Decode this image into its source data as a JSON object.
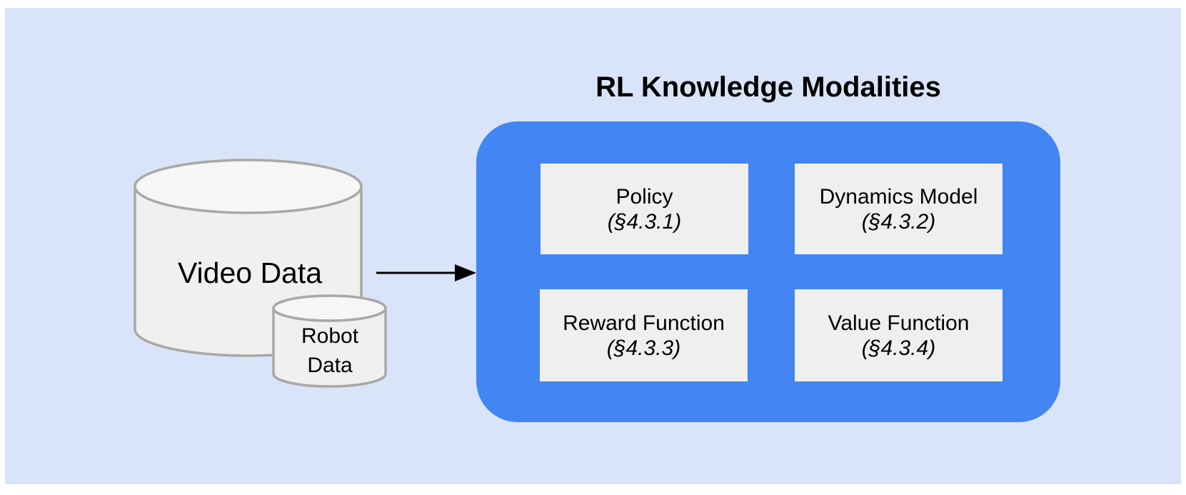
{
  "title": "RL Knowledge Modalities",
  "sources": {
    "video": {
      "label": "Video Data"
    },
    "robot": {
      "line1": "Robot",
      "line2": "Data"
    }
  },
  "modalities": [
    {
      "label": "Policy",
      "section": "(§4.3.1)"
    },
    {
      "label": "Dynamics Model",
      "section": "(§4.3.2)"
    },
    {
      "label": "Reward Function",
      "section": "(§4.3.3)"
    },
    {
      "label": "Value Function",
      "section": "(§4.3.4)"
    }
  ],
  "colors": {
    "page_bg": "#ffffff",
    "panel_bg": "#dae4f8",
    "container_blue": "#4385f3",
    "box_bg": "#efefef",
    "cylinder_fill": "#f0f0f0",
    "cylinder_top_fill": "#f6f6f6",
    "cylinder_stroke": "#a8a8a8",
    "arrow_color": "#000000",
    "text_color": "#000000"
  }
}
